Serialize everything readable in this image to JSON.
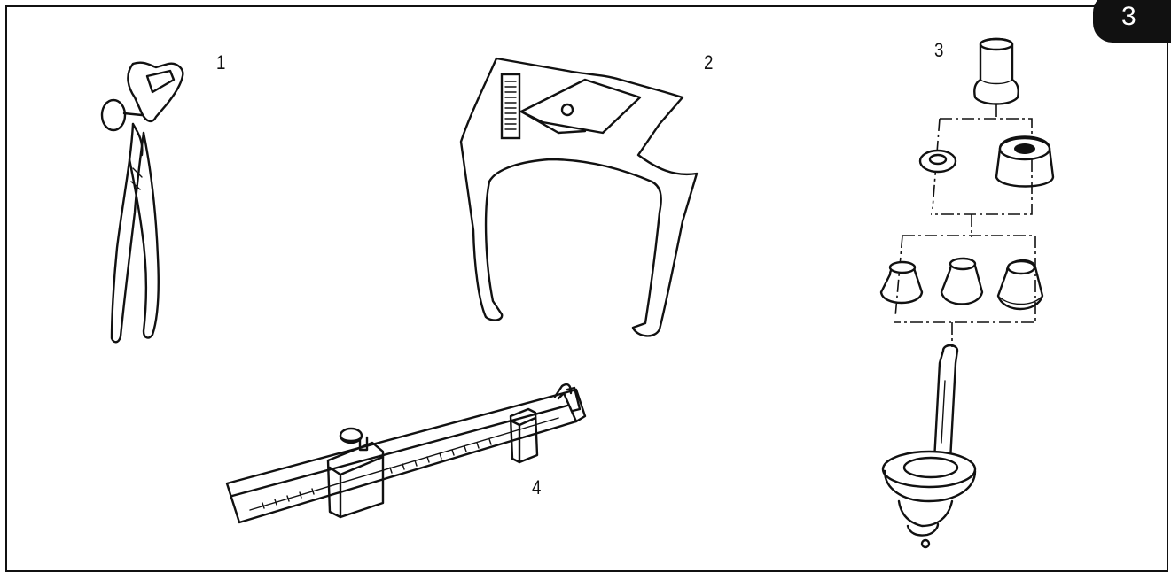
{
  "page_badge": "3",
  "labels": {
    "tool_1": "1",
    "tool_2": "2",
    "tool_3": "3",
    "tool_4": "4"
  },
  "colors": {
    "ink": "#111111",
    "background": "#ffffff"
  },
  "icons": [
    "pliers-icon",
    "tread-caliper-icon",
    "cone-adapter-kit-icon",
    "sliding-gauge-icon"
  ]
}
